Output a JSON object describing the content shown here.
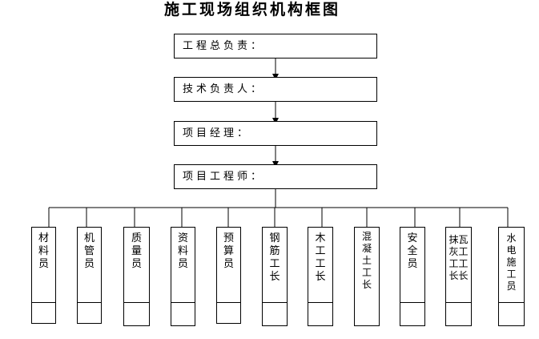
{
  "title": "施工现场组织机构框图",
  "chain": [
    {
      "label": "工程总负责："
    },
    {
      "label": "技术负责人："
    },
    {
      "label": "项目经理："
    },
    {
      "label": "项目工程师："
    }
  ],
  "departments": [
    {
      "label": "材\n料\n员"
    },
    {
      "label": "机\n管\n员"
    },
    {
      "label": "质\n量\n员"
    },
    {
      "label": "资\n料\n员"
    },
    {
      "label": "预\n算\n员"
    },
    {
      "label": "钢\n筋\n工\n长"
    },
    {
      "label": "木\n工\n工\n长"
    },
    {
      "label": "混\n凝\n土\n工\n长"
    },
    {
      "label": "安\n全\n员"
    },
    {
      "label": "抹瓦\n灰工\n工工\n长长"
    },
    {
      "label": "水\n电\n施\n工\n员"
    }
  ]
}
